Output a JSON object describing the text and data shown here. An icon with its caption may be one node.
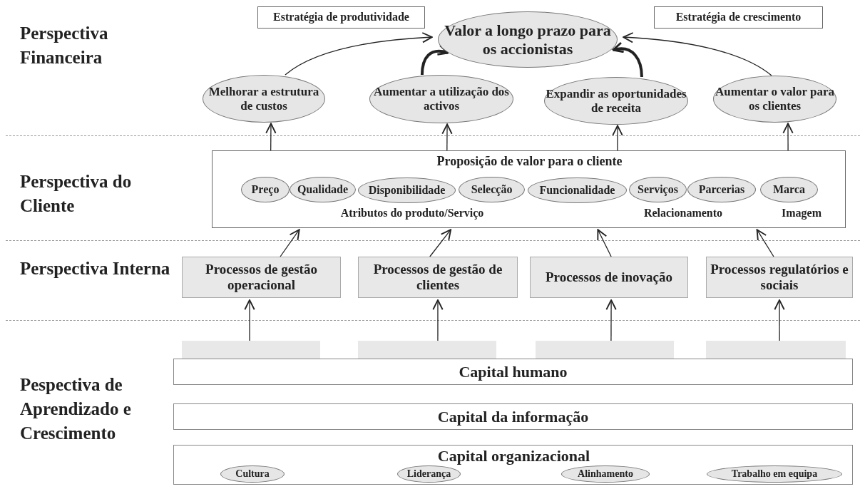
{
  "diagram": {
    "nodes": [
      {
        "text": [
          "Estratégia de produtividade"
        ]
      },
      {
        "text": [
          "Valor a longo prazo para os accionistas"
        ]
      },
      {
        "text": [
          "Estratégia de crescimento"
        ]
      },
      {
        "text": [
          "Melhorar a estrutura de custos"
        ]
      },
      {
        "text": [
          "Aumentar a utilização dos activos"
        ]
      },
      {
        "text": [
          "Expandir as oportunidades de receita"
        ]
      },
      {
        "text": [
          "Aumentar o valor para os clientes"
        ]
      },
      {
        "text": [
          "Proposição de valor para o cliente",
          "Atributos do produto/Serviço",
          "Relacionamento",
          "Imagem"
        ]
      },
      {
        "text": [
          "Preço"
        ],
        "in": 7
      },
      {
        "text": [
          "Qualidade"
        ],
        "in": 7
      },
      {
        "text": [
          "Disponibilidade"
        ],
        "in": 7
      },
      {
        "text": [
          "Selecção"
        ],
        "in": 7
      },
      {
        "text": [
          "Funcionalidade"
        ],
        "in": 7
      },
      {
        "text": [
          "Serviços"
        ],
        "in": 7
      },
      {
        "text": [
          "Parcerias"
        ],
        "in": 7
      },
      {
        "text": [
          "Marca"
        ],
        "in": 7
      },
      {
        "text": [
          "Processos de gestão operacional"
        ]
      },
      {
        "text": [
          "Processos de gestão de clientes"
        ]
      },
      {
        "text": [
          "Processos de inovação"
        ]
      },
      {
        "text": [
          "Processos regulatórios e sociais"
        ]
      },
      {
        "text": [],
        "shape": "bar"
      },
      {
        "text": [],
        "shape": "bar"
      },
      {
        "text": [],
        "shape": "bar"
      },
      {
        "text": [],
        "shape": "bar"
      },
      {
        "text": [
          "Capital humano"
        ]
      },
      {
        "text": [
          "Capital da informação"
        ]
      },
      {
        "text": [
          "Capital organizacional"
        ]
      },
      {
        "text": [
          "Cultura"
        ],
        "in": 26
      },
      {
        "text": [
          "Liderança"
        ],
        "in": 26
      },
      {
        "text": [
          "Alinhamento"
        ],
        "in": 26
      },
      {
        "text": [
          "Trabalho em equipa"
        ],
        "in": 26
      }
    ],
    "edges": [
      {
        "from": 3,
        "to": 1,
        "arrow": "to"
      },
      {
        "from": 4,
        "to": 1,
        "arrow": "to",
        "style": "thick"
      },
      {
        "from": 5,
        "to": 1,
        "arrow": "to",
        "style": "thick"
      },
      {
        "from": 6,
        "to": 1,
        "arrow": "to"
      },
      {
        "from": 7,
        "to": 3,
        "arrow": "to"
      },
      {
        "from": 7,
        "to": 4,
        "arrow": "to"
      },
      {
        "from": 7,
        "to": 5,
        "arrow": "to"
      },
      {
        "from": 7,
        "to": 6,
        "arrow": "to"
      },
      {
        "from": 16,
        "to": 7,
        "arrow": "to"
      },
      {
        "from": 17,
        "to": 7,
        "arrow": "to"
      },
      {
        "from": 18,
        "to": 7,
        "arrow": "to"
      },
      {
        "from": 19,
        "to": 7,
        "arrow": "to"
      },
      {
        "from": 20,
        "to": 16,
        "arrow": "to"
      },
      {
        "from": 21,
        "to": 17,
        "arrow": "to"
      },
      {
        "from": 22,
        "to": 18,
        "arrow": "to"
      },
      {
        "from": 23,
        "to": 19,
        "arrow": "to"
      }
    ],
    "labels": [
      "Perspectiva Financeira",
      "Perspectiva do Cliente",
      "Perspectiva Interna",
      "Pespectiva de Aprendizado e Crescimento"
    ]
  }
}
